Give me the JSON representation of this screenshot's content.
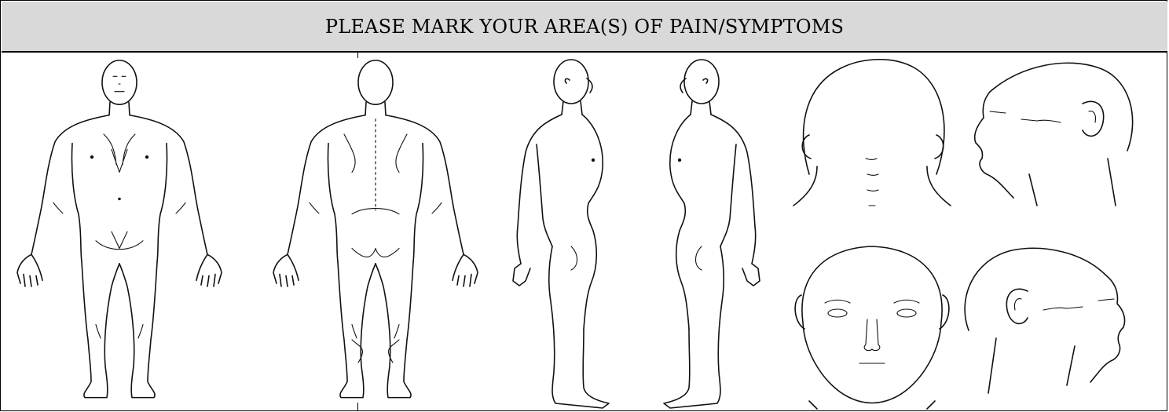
{
  "form": {
    "title": "PLEASE MARK YOUR AREA(S) OF PAIN/SYMPTOMS"
  },
  "figures": [
    {
      "view": "front",
      "icon": "body-front-figure"
    },
    {
      "view": "back",
      "icon": "body-back-figure"
    },
    {
      "view": "right-side",
      "icon": "body-right-side-figure"
    },
    {
      "view": "left-side",
      "icon": "body-left-side-figure"
    },
    {
      "view": "head-back",
      "icon": "head-back-figure"
    },
    {
      "view": "head-right-profile",
      "icon": "head-right-profile-figure"
    },
    {
      "view": "head-front",
      "icon": "head-front-figure"
    },
    {
      "view": "head-left-profile",
      "icon": "head-left-profile-figure"
    }
  ]
}
